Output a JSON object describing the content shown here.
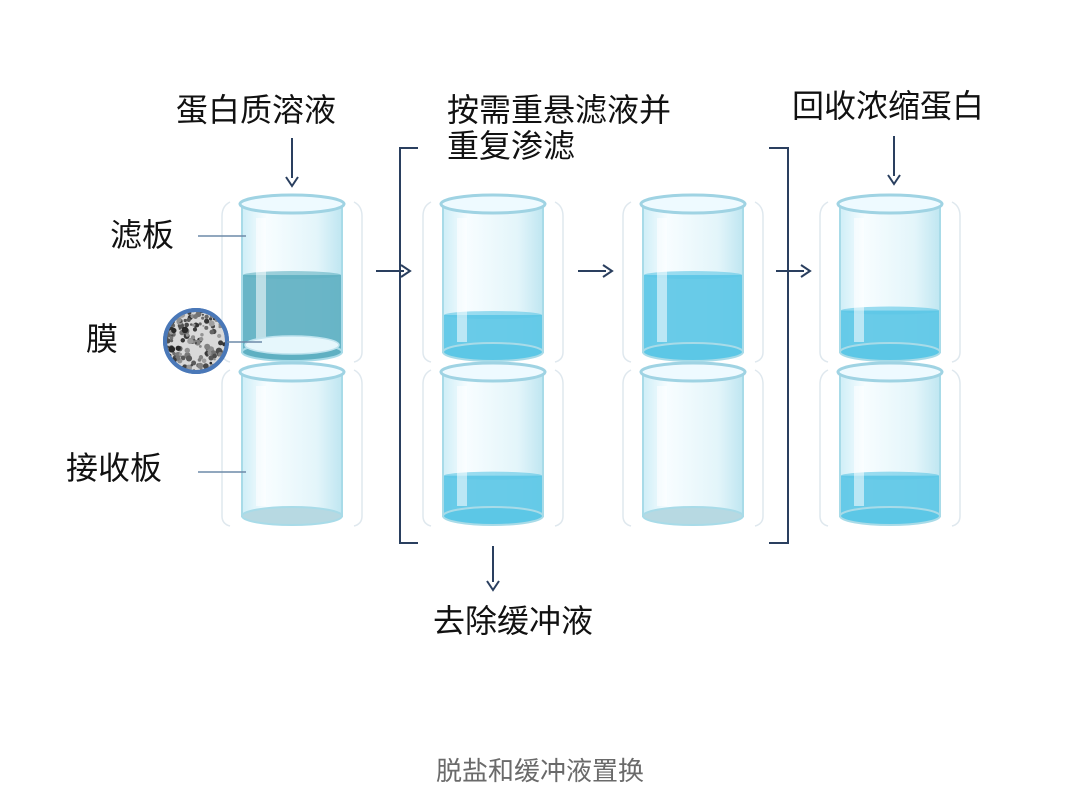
{
  "labels": {
    "protein_solution": "蛋白质溶液",
    "resuspend_line1": "按需重悬滤液并",
    "resuspend_line2": "重复渗滤",
    "recover": "回收浓缩蛋白",
    "filter_plate": "滤板",
    "membrane": "膜",
    "receiver_plate": "接收板",
    "remove_buffer": "去除缓冲液"
  },
  "caption": "脱盐和缓冲液置换",
  "colors": {
    "line": "#2a3f5f",
    "liquid_dark": "#5fb0c2",
    "liquid_light": "#5cc7e6",
    "glass": "#e6f6fb",
    "glass_edge": "#a8dbe8",
    "membrane_ring": "#4a78b8"
  },
  "stages": [
    {
      "name": "start",
      "top_fill": 0.52,
      "top_color": "dark",
      "bottom_fill": 0.0,
      "bottom_color": "dark"
    },
    {
      "name": "after-filtration",
      "top_fill": 0.25,
      "top_color": "light",
      "bottom_fill": 0.28,
      "bottom_color": "light"
    },
    {
      "name": "resuspended",
      "top_fill": 0.52,
      "top_color": "light",
      "bottom_fill": 0.0,
      "bottom_color": "light"
    },
    {
      "name": "recovered",
      "top_fill": 0.28,
      "top_color": "light",
      "bottom_fill": 0.28,
      "bottom_color": "light"
    }
  ],
  "icons": {
    "down_arrow": "down-arrow-icon",
    "right_arrow": "right-arrow-icon",
    "membrane": "membrane-magnified-icon"
  }
}
